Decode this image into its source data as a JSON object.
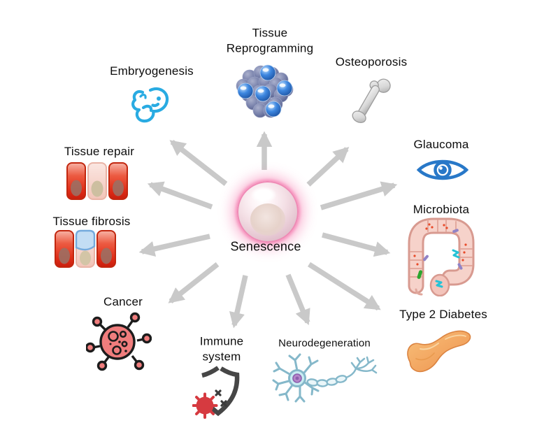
{
  "diagram": {
    "background": "#ffffff",
    "center": {
      "label": "Senescence",
      "icon": "senescent-cell-icon"
    },
    "nodes": {
      "embryogenesis": {
        "label": "Embryogenesis",
        "icon": "embryo-icon"
      },
      "tissue_reprogramming": {
        "label": "Tissue\nReprogramming",
        "icon": "cell-cluster-icon"
      },
      "osteoporosis": {
        "label": "Osteoporosis",
        "icon": "bone-icon"
      },
      "glaucoma": {
        "label": "Glaucoma",
        "icon": "eye-icon"
      },
      "microbiota": {
        "label": "Microbiota",
        "icon": "intestine-icon"
      },
      "type_2_diabetes": {
        "label": "Type 2 Diabetes",
        "icon": "pancreas-icon"
      },
      "neurodegeneration": {
        "label": "Neurodegeneration",
        "icon": "neuron-icon"
      },
      "immune_system": {
        "label": "Immune\nsystem",
        "icon": "shield-virus-icon"
      },
      "cancer": {
        "label": "Cancer",
        "icon": "cancer-cell-icon"
      },
      "tissue_fibrosis": {
        "label": "Tissue fibrosis",
        "icon": "fibrosis-cells-icon"
      },
      "tissue_repair": {
        "label": "Tissue repair",
        "icon": "repair-cells-icon"
      }
    },
    "arrows": [
      {
        "from": "senescence",
        "to": "tissue_reprogramming"
      },
      {
        "from": "senescence",
        "to": "embryogenesis"
      },
      {
        "from": "senescence",
        "to": "tissue_repair"
      },
      {
        "from": "senescence",
        "to": "tissue_fibrosis"
      },
      {
        "from": "senescence",
        "to": "cancer"
      },
      {
        "from": "senescence",
        "to": "immune_system"
      },
      {
        "from": "senescence",
        "to": "neurodegeneration"
      },
      {
        "from": "senescence",
        "to": "type_2_diabetes"
      },
      {
        "from": "senescence",
        "to": "microbiota"
      },
      {
        "from": "senescence",
        "to": "glaucoma"
      },
      {
        "from": "senescence",
        "to": "osteoporosis"
      }
    ],
    "colors": {
      "arrow": "#c9c9c9",
      "label_text": "#0d0d0d",
      "embryo_blue": "#29abe2",
      "eye_blue": "#2878c8",
      "bone_gray": "#d8d8d8",
      "cluster_blue": "#3d87e0",
      "cluster_slate": "#7b84ad",
      "intestine_pink": "#f6d2ca",
      "intestine_outline": "#d89a90",
      "pancreas_orange": "#f2a45f",
      "neuron_blue": "#85b8ca",
      "neuron_soma": "#c8ecf2",
      "neuron_nucleus": "#b587c9",
      "shield_dark": "#464646",
      "virus_red": "#d63a40",
      "cancer_salmon": "#f07d7d",
      "cancer_outline": "#1c1c1c",
      "cell_red": "#e02c17",
      "fibrosis_blue": "#c3ddf4",
      "senescence_glow": "#f06aa8"
    }
  }
}
